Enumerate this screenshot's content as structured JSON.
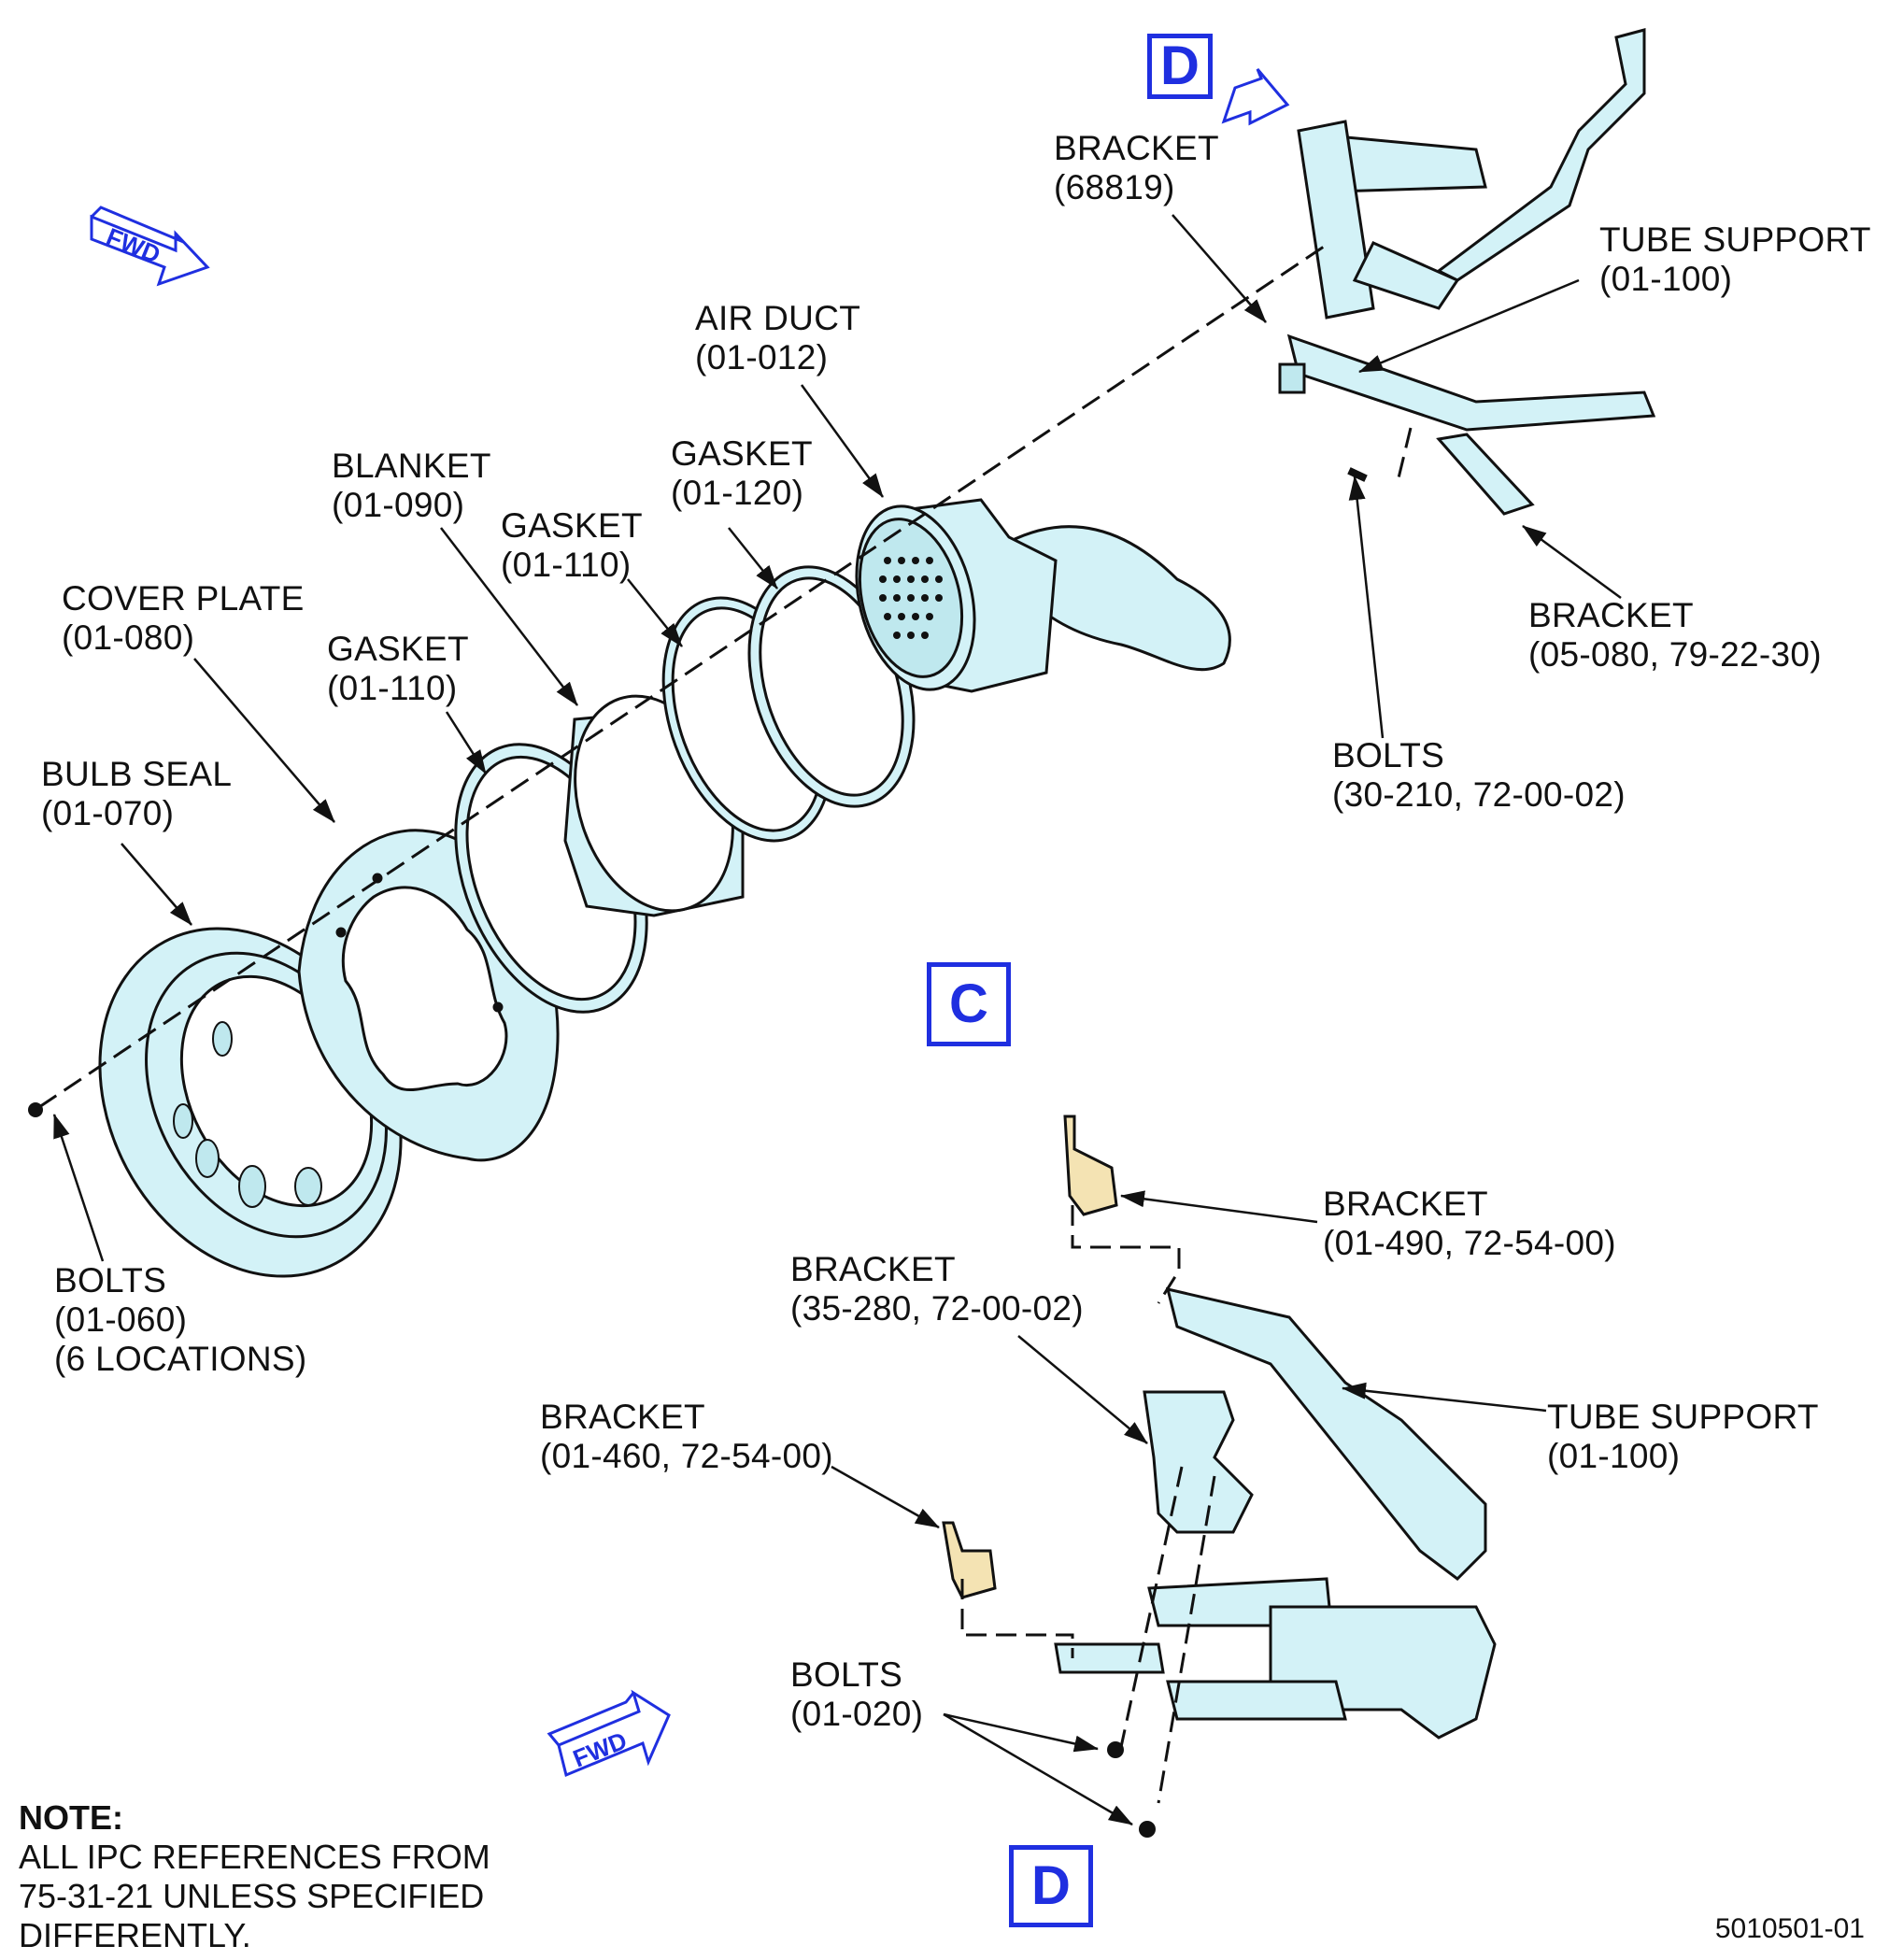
{
  "colors": {
    "part_fill": "#d3f2f7",
    "bracket_fill": "#f4e3b3",
    "outline": "#111111",
    "view_marker": "#1f2fe0"
  },
  "view_markers": {
    "top": "D",
    "middle": "C",
    "bottom": "D"
  },
  "fwd_arrows": [
    {
      "label": "FWD"
    },
    {
      "label": "FWD"
    }
  ],
  "callouts": {
    "bracket_68819": {
      "name": "BRACKET",
      "ref": "(68819)"
    },
    "tube_support_top": {
      "name": "TUBE SUPPORT",
      "ref": "(01-100)"
    },
    "air_duct": {
      "name": "AIR DUCT",
      "ref": "(01-012)"
    },
    "gasket_120": {
      "name": "GASKET",
      "ref": "(01-120)"
    },
    "blanket": {
      "name": "BLANKET",
      "ref": "(01-090)"
    },
    "gasket_110_upper": {
      "name": "GASKET",
      "ref": "(01-110)"
    },
    "cover_plate": {
      "name": "COVER PLATE",
      "ref": "(01-080)"
    },
    "gasket_110_lower": {
      "name": "GASKET",
      "ref": "(01-110)"
    },
    "bulb_seal": {
      "name": "BULB SEAL",
      "ref": "(01-070)"
    },
    "bracket_05_080": {
      "name": "BRACKET",
      "ref": "(05-080, 79-22-30)"
    },
    "bolts_30_210": {
      "name": "BOLTS",
      "ref": "(30-210, 72-00-02)"
    },
    "bolts_01_060": {
      "name": "BOLTS",
      "ref": "(01-060)",
      "extra": "(6 LOCATIONS)"
    },
    "bracket_01_490": {
      "name": "BRACKET",
      "ref": "(01-490, 72-54-00)"
    },
    "bracket_35_280": {
      "name": "BRACKET",
      "ref": "(35-280, 72-00-02)"
    },
    "tube_support_bottom": {
      "name": "TUBE SUPPORT",
      "ref": "(01-100)"
    },
    "bracket_01_460": {
      "name": "BRACKET",
      "ref": "(01-460, 72-54-00)"
    },
    "bolts_01_020": {
      "name": "BOLTS",
      "ref": "(01-020)"
    }
  },
  "note": {
    "heading": "NOTE:",
    "line1": "ALL IPC REFERENCES FROM",
    "line2": "75-31-21 UNLESS SPECIFIED",
    "line3": "DIFFERENTLY."
  },
  "figure_number": "5010501-01"
}
